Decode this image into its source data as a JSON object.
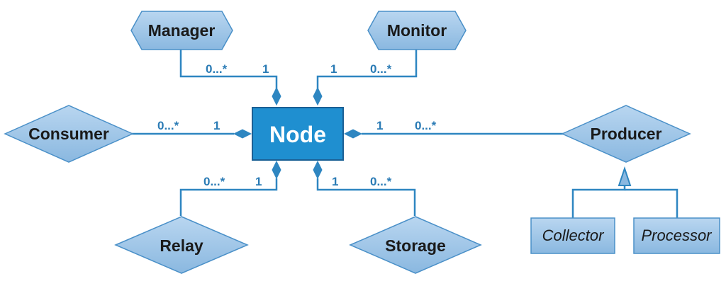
{
  "center": {
    "label": "Node"
  },
  "hexagons": {
    "manager": "Manager",
    "monitor": "Monitor"
  },
  "diamonds": {
    "consumer": "Consumer",
    "producer": "Producer",
    "relay": "Relay",
    "storage": "Storage"
  },
  "subclasses": {
    "collector": "Collector",
    "processor": "Processor"
  },
  "multiplicities": {
    "manager": {
      "far": "0...*",
      "near": "1"
    },
    "monitor": {
      "far": "0...*",
      "near": "1"
    },
    "consumer": {
      "far": "0...*",
      "near": "1"
    },
    "producer": {
      "far": "0...*",
      "near": "1"
    },
    "relay": {
      "far": "0...*",
      "near": "1"
    },
    "storage": {
      "far": "0...*",
      "near": "1"
    }
  },
  "colors": {
    "node_fill": "#1f8fd0",
    "shape_fill": "#9cc3e6",
    "connector": "#2e86c1"
  }
}
